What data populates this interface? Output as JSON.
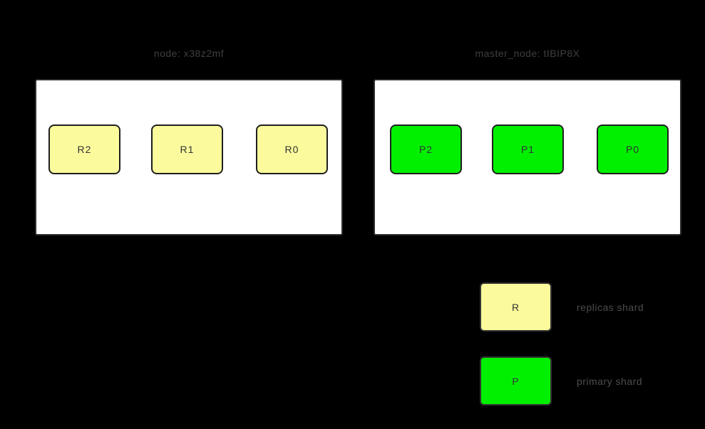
{
  "diagram": {
    "nodes": [
      {
        "title": "node: x38z2mf",
        "shard_type": "replica",
        "shards": [
          {
            "label": "R2"
          },
          {
            "label": "R1"
          },
          {
            "label": "R0"
          }
        ]
      },
      {
        "title": "master_node: tIBIP8X",
        "shard_type": "primary",
        "shards": [
          {
            "label": "P2"
          },
          {
            "label": "P1"
          },
          {
            "label": "P0"
          }
        ]
      }
    ],
    "legend": [
      {
        "key": "R",
        "label": "replicas shard",
        "color": "#fbfb9d"
      },
      {
        "key": "P",
        "label": "primary shard",
        "color": "#00f000"
      }
    ],
    "colors": {
      "background": "#000000",
      "node_fill": "#ffffff",
      "node_border": "#2d2d2d",
      "replica_fill": "#fbfb9d",
      "primary_fill": "#00f000",
      "shard_border": "#1f1f1f",
      "node_title_text": "#3f3f3f",
      "shard_text": "#333333",
      "legend_text": "#4c4c4c"
    }
  }
}
